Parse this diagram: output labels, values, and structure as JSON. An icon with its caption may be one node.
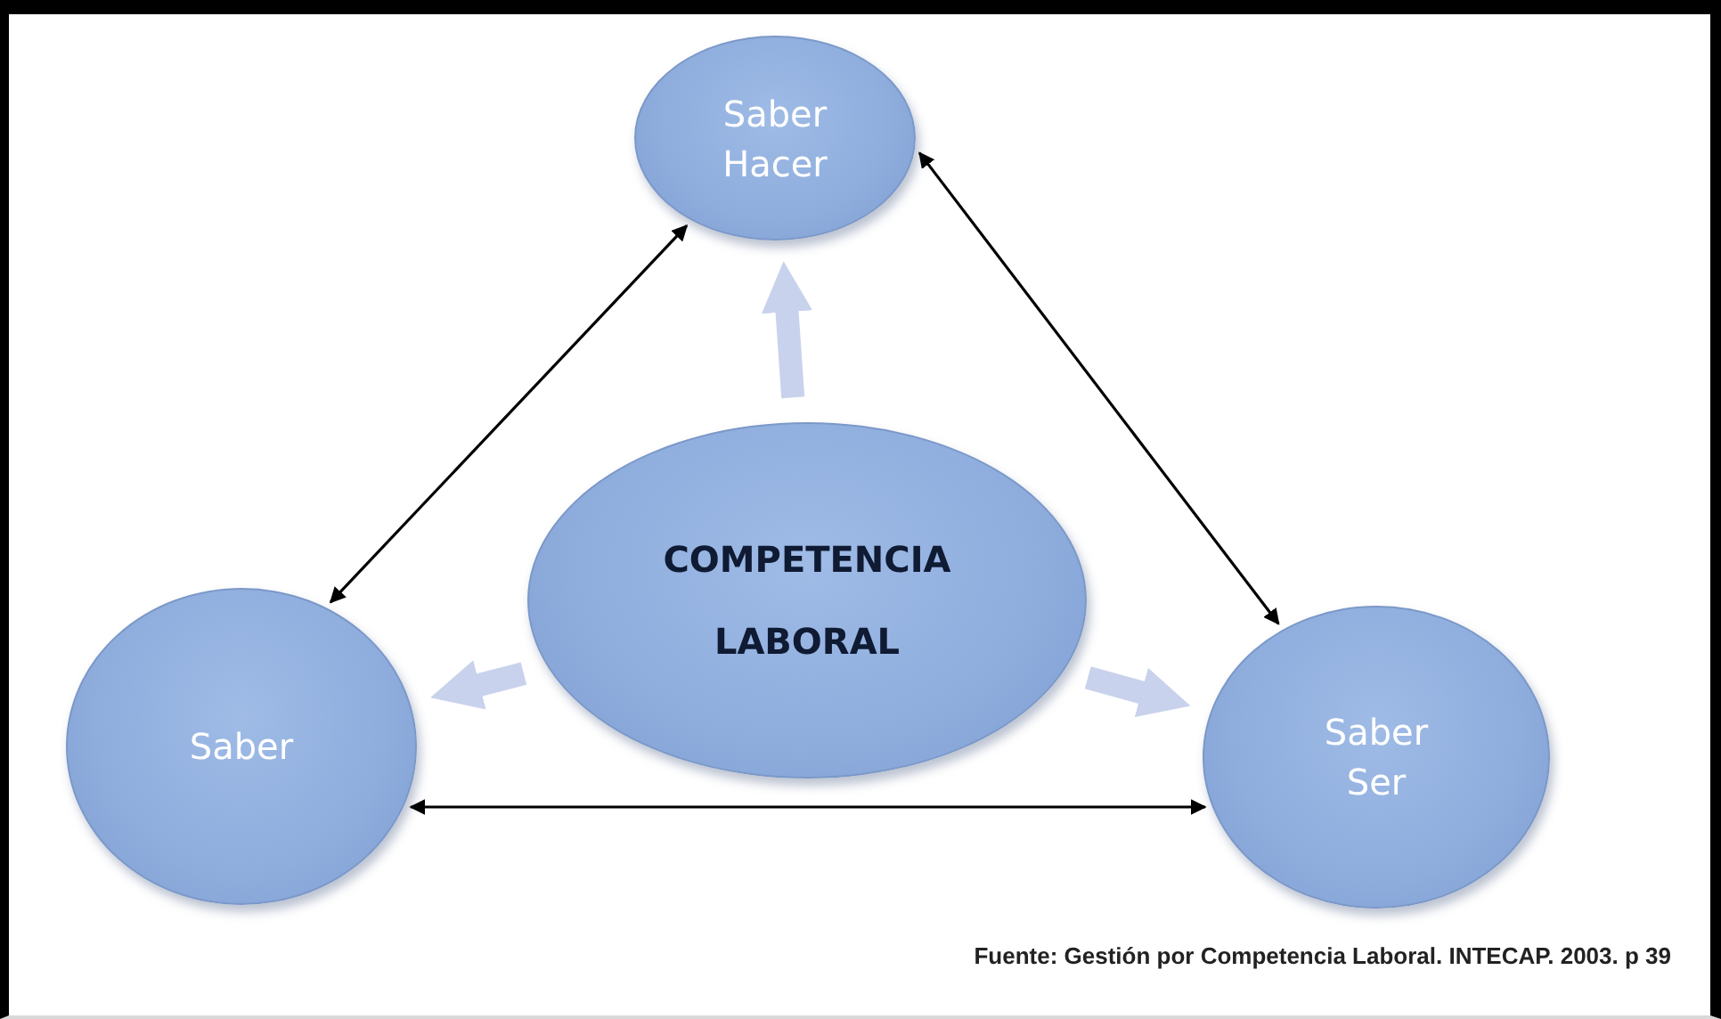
{
  "diagram": {
    "caption": "Fuente: Gestión por Competencia Laboral. INTECAP. 2003. p 39",
    "nodes": [
      {
        "text": [
          "Saber Hacer"
        ]
      },
      {
        "text": [
          "COMPETENCIA LABORAL"
        ]
      },
      {
        "text": [
          "Saber"
        ]
      },
      {
        "text": [
          "Saber Ser"
        ]
      }
    ],
    "edges": [
      {
        "from": 0,
        "to": 2,
        "arrow": "both"
      },
      {
        "from": 0,
        "to": 3,
        "arrow": "both"
      },
      {
        "from": 2,
        "to": 3,
        "arrow": "both"
      },
      {
        "from": 1,
        "to": 0,
        "arrow": "to",
        "style": "thick",
        "color": "#c8d2ec"
      },
      {
        "from": 1,
        "to": 2,
        "arrow": "to",
        "style": "thick",
        "color": "#c8d2ec"
      },
      {
        "from": 1,
        "to": 3,
        "arrow": "to",
        "style": "thick",
        "color": "#c8d2ec"
      }
    ]
  }
}
